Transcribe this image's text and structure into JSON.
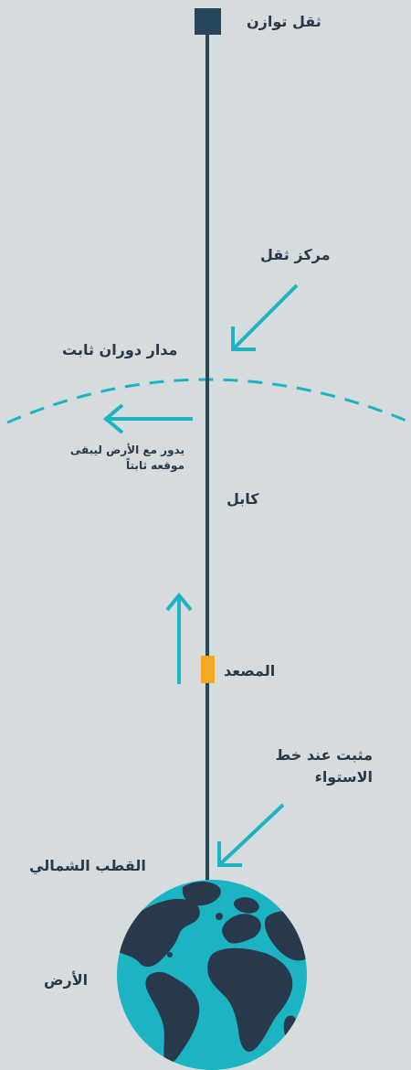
{
  "labels": {
    "counterweight": "ثقل توازن",
    "center_of_mass": "مركز ثقل",
    "geo_orbit": "مدار دوران ثابت",
    "rotation_note": "يدور مع الأرض ليبقى موقعه ثابتاً",
    "cable": "كابل",
    "climber": "المصعد",
    "anchor": "مثبت عند خط الاستواء",
    "north_pole": "القطب الشمالي",
    "earth": "الأرض"
  },
  "colors": {
    "background": "#d6dcde",
    "cable": "#27465c",
    "arrow": "#1cb4c2",
    "climber": "#f6a821",
    "ocean": "#1cb4c2",
    "land": "#27394a",
    "text": "#27394a"
  }
}
